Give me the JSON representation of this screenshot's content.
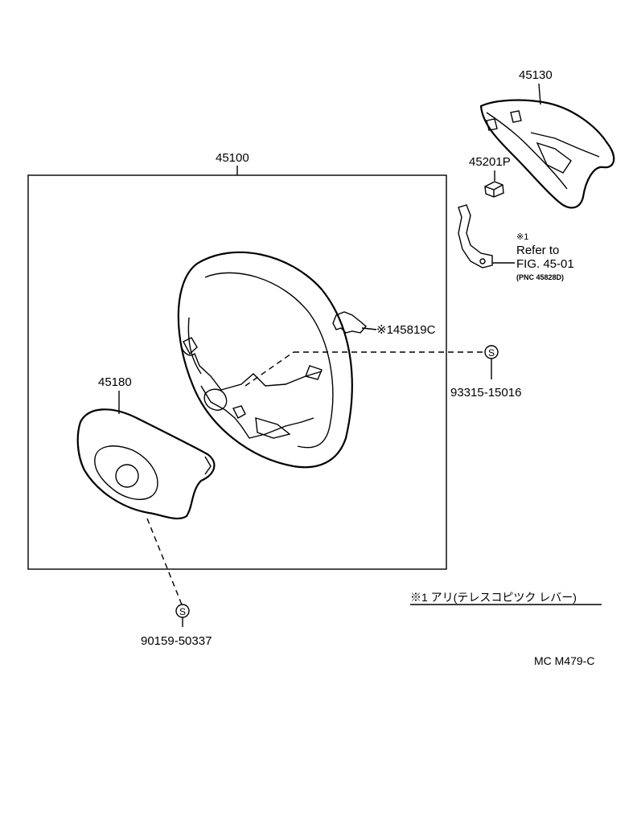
{
  "parts": {
    "steering_wheel": "45100",
    "horn_pad": "45180",
    "cover": "45130",
    "ornament": "45201P",
    "bracket_ref": "※145819C",
    "screw_right": "93315-15016",
    "screw_bottom": "90159-50337"
  },
  "note": {
    "mark": "※1",
    "line1": "Refer to",
    "line2": "FIG. 45-01",
    "line3": "(PNC 45828D)"
  },
  "symbols": {
    "screw_symbol": "S"
  },
  "footnote": "※1 アリ(テレスコピツク レバー)",
  "diagram_code": "MC M479-C"
}
